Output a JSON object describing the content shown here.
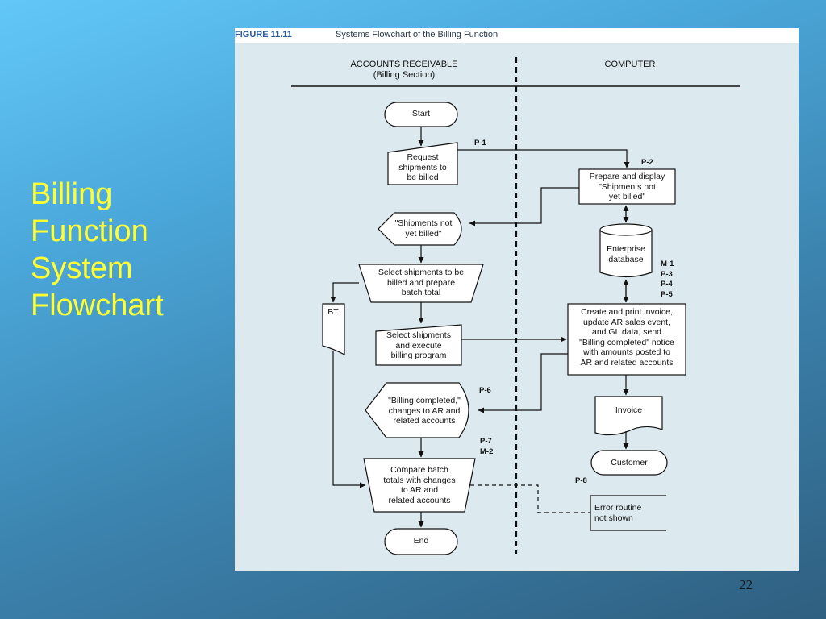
{
  "slide": {
    "title_lines": [
      "Billing",
      "Function",
      "System",
      "Flowchart"
    ],
    "page_number": "22"
  },
  "figure": {
    "number": "FIGURE 11.11",
    "title": "Systems Flowchart of the Billing Function",
    "columns": {
      "left_line1": "ACCOUNTS RECEIVABLE",
      "left_line2": "(Billing Section)",
      "right": "COMPUTER"
    },
    "nodes": {
      "start": "Start",
      "request": [
        "Request",
        "shipments to",
        "be billed"
      ],
      "prepare_display": [
        "Prepare and display",
        "\"Shipments not",
        "yet billed\""
      ],
      "display_not_billed": [
        "\"Shipments not",
        "yet billed\""
      ],
      "database": [
        "Enterprise",
        "database"
      ],
      "select_prepare": [
        "Select shipments to be",
        "billed and prepare",
        "batch total"
      ],
      "bt": "BT",
      "create_print": [
        "Create and print invoice,",
        "update AR sales event,",
        "and GL data, send",
        "\"Billing completed\" notice",
        "with amounts posted to",
        "AR and related accounts"
      ],
      "select_execute": [
        "Select shipments",
        "and execute",
        "billing program"
      ],
      "billing_completed": [
        "\"Billing completed,\"",
        "changes to AR and",
        "related accounts"
      ],
      "invoice": "Invoice",
      "customer": "Customer",
      "compare": [
        "Compare batch",
        "totals with changes",
        "to AR and",
        "related accounts"
      ],
      "error": [
        "Error routine",
        "not shown"
      ],
      "end": "End"
    },
    "codes": {
      "p1": "P-1",
      "p2": "P-2",
      "m1_p5": [
        "M-1",
        "P-3",
        "P-4",
        "P-5"
      ],
      "p6": "P-6",
      "p7_m2": [
        "P-7",
        "M-2"
      ],
      "p8": "P-8"
    }
  }
}
